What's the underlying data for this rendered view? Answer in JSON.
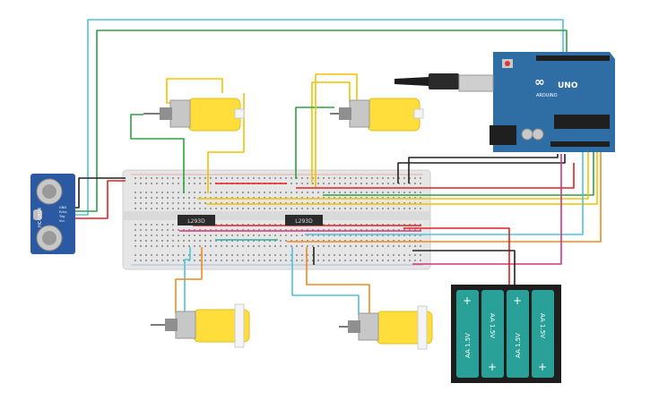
{
  "arduino": {
    "brand": "ARDUINO",
    "model": "UNO",
    "color": "#2f6ea5"
  },
  "sensor": {
    "model": "HC-SR04",
    "pins": [
      "GND",
      "Echo",
      "Trig",
      "Vcc"
    ],
    "color": "#2b5aa3"
  },
  "drivers": [
    {
      "label": "L293D"
    },
    {
      "label": "L293D"
    }
  ],
  "battery_pack": {
    "cells": [
      {
        "label": "AA 1.5V"
      },
      {
        "label": "AA 1.5V"
      },
      {
        "label": "AA 1.5V"
      },
      {
        "label": "AA 1.5V"
      }
    ],
    "plus": "+",
    "cell_color": "#2aa198"
  },
  "motors": {
    "count": 4,
    "color": "#ffde3b"
  },
  "wire_colors": {
    "red": "#e02020",
    "black": "#222222",
    "green": "#2ea043",
    "yellow": "#f2c200",
    "orange": "#f08a1c",
    "cyan": "#4fc3d9",
    "magenta": "#d6337c",
    "teal": "#2bb0a0"
  }
}
